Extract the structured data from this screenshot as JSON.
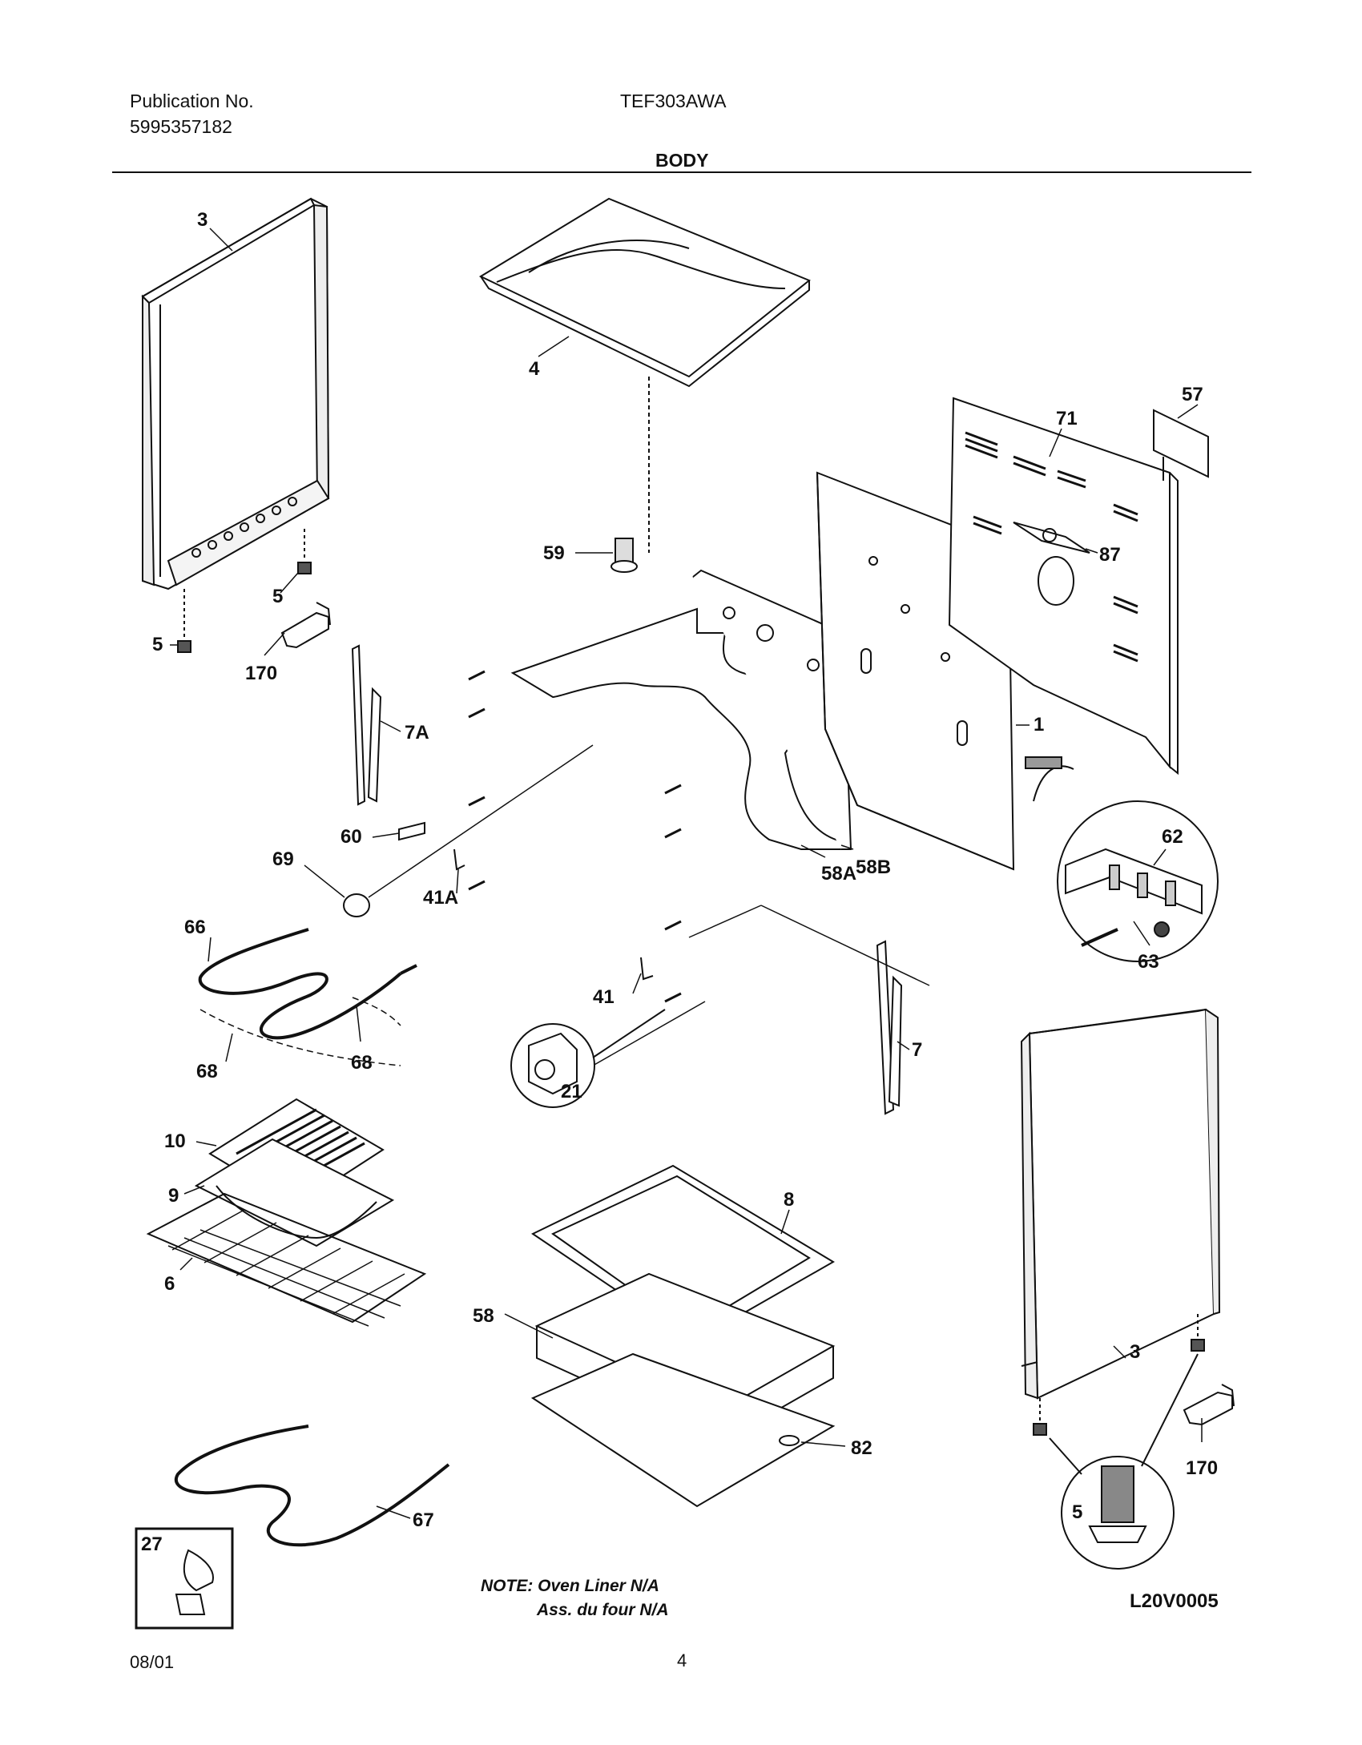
{
  "header": {
    "publication_label": "Publication No.",
    "publication_number": "5995357182",
    "model": "TEF303AWA",
    "section_title": "BODY"
  },
  "callouts": {
    "c3a": "3",
    "c3b": "3",
    "c4": "4",
    "c5a": "5",
    "c5b": "5",
    "c5c": "5",
    "c170a": "170",
    "c170b": "170",
    "c7a": "7A",
    "c7": "7",
    "c60": "60",
    "c69": "69",
    "c41a": "41A",
    "c41": "41",
    "c66": "66",
    "c68a": "68",
    "c68b": "68",
    "c59": "59",
    "c58a": "58A",
    "c58b": "58B",
    "c1": "1",
    "c71": "71",
    "c57": "57",
    "c87": "87",
    "c62": "62",
    "c63": "63",
    "c21": "21",
    "c10": "10",
    "c9": "9",
    "c6": "6",
    "c8": "8",
    "c58": "58",
    "c82": "82",
    "c67": "67",
    "c27": "27"
  },
  "note": {
    "line1": "NOTE: Oven Liner N/A",
    "line2": "Ass. du four N/A"
  },
  "diagram_ref": "L20V0005",
  "footer": {
    "date": "08/01",
    "page": "4"
  }
}
